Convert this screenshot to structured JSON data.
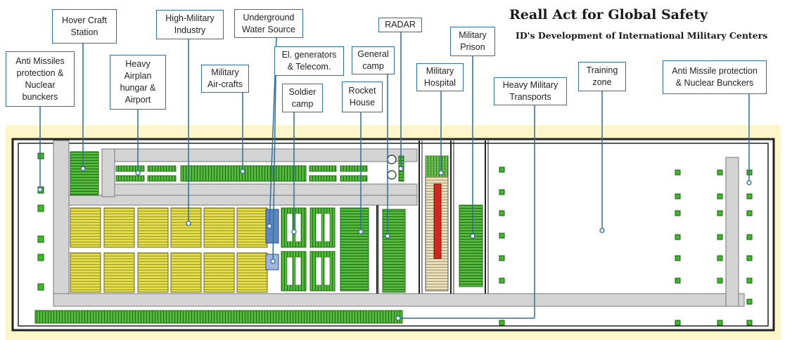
{
  "title": "Reall Act for Global Safety",
  "subtitle": "ID's Development of International Military Centers",
  "labels": {
    "anti_missile_left": "Anti Missiles\nprotection &\nNuclear\nbunckers",
    "hovercraft": "Hover Craft\nStation",
    "airplane_hangar": "Heavy\nAirplan\nhungar &\nAirport",
    "industry": "High-Military\nIndustry",
    "aircrafts": "Military\nAir-crafts",
    "water": "Underground\nWater Source",
    "generators": "El. generators\n& Telecom.",
    "soldier_camp": "Soldier\ncamp",
    "general_camp": "General\ncamp",
    "rocket": "Rocket\nHouse",
    "radar": "RADAR",
    "hospital": "Military\nHospital",
    "prison": "Military\nPrison",
    "transports": "Heavy Military\nTransports",
    "training": "Training\nzone",
    "anti_missile_right": "Anti Missile protection\n& Nuclear Bunckers"
  },
  "colors": {
    "background_zone": "#fdf6c8",
    "road": "#d4d4d4",
    "green_block": "#4bbf2f",
    "yellow_block": "#e3df3c",
    "red_block": "#d0281d",
    "label_border": "#2f6f9a",
    "wall": "#222222"
  }
}
